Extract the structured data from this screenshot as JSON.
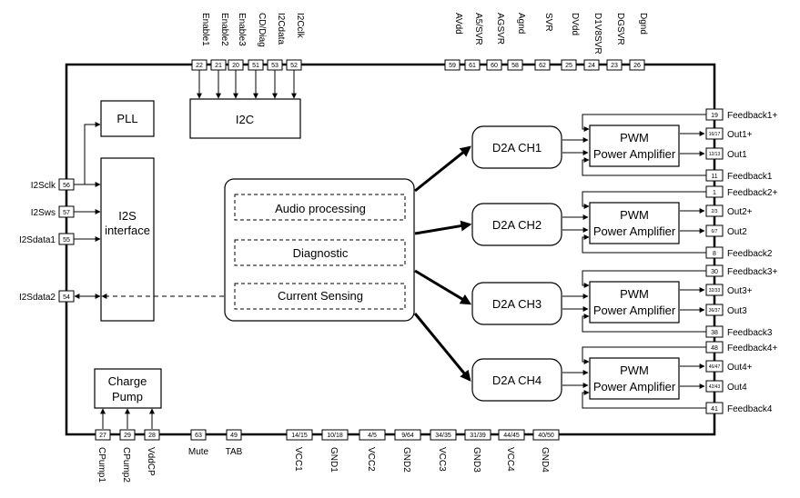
{
  "blocks": {
    "pll": "PLL",
    "i2c": "I2C",
    "i2s_line1": "I2S",
    "i2s_line2": "interface",
    "audio_processing": "Audio processing",
    "diagnostic": "Diagnostic",
    "current_sensing": "Current Sensing",
    "charge_pump_line1": "Charge",
    "charge_pump_line2": "Pump",
    "d2a": [
      "D2A CH1",
      "D2A CH2",
      "D2A CH3",
      "D2A CH4"
    ],
    "pwm_line1": "PWM",
    "pwm_line2": "Power Amplifier"
  },
  "top_pins": [
    {
      "num": "22",
      "label": "Enable1"
    },
    {
      "num": "21",
      "label": "Enable2"
    },
    {
      "num": "20",
      "label": "Enable3"
    },
    {
      "num": "51",
      "label": "CD/Diag"
    },
    {
      "num": "53",
      "label": "I2Cdata"
    },
    {
      "num": "52",
      "label": "I2Cclk"
    },
    {
      "num": "59",
      "label": "AVdd"
    },
    {
      "num": "61",
      "label": "A5/SVR"
    },
    {
      "num": "60",
      "label": "AGSVR"
    },
    {
      "num": "58",
      "label": "Agnd"
    },
    {
      "num": "62",
      "label": "SVR"
    },
    {
      "num": "25",
      "label": "DVdd"
    },
    {
      "num": "24",
      "label": "D1V8SVR"
    },
    {
      "num": "23",
      "label": "DGSVR"
    },
    {
      "num": "26",
      "label": "Dgnd"
    }
  ],
  "left_pins": [
    {
      "num": "56",
      "label": "I2Sclk"
    },
    {
      "num": "57",
      "label": "I2Sws"
    },
    {
      "num": "55",
      "label": "I2Sdata1"
    },
    {
      "num": "54",
      "label": "I2Sdata2"
    }
  ],
  "right_pins": [
    {
      "num": "19",
      "label": "Feedback1+"
    },
    {
      "num": "16/17",
      "label": "Out1+"
    },
    {
      "num": "12/13",
      "label": "Out1"
    },
    {
      "num": "11",
      "label": "Feedback1"
    },
    {
      "num": "1",
      "label": "Feedback2+"
    },
    {
      "num": "2/3",
      "label": "Out2+"
    },
    {
      "num": "6/7",
      "label": "Out2"
    },
    {
      "num": "8",
      "label": "Feedback2"
    },
    {
      "num": "30",
      "label": "Feedback3+"
    },
    {
      "num": "32/33",
      "label": "Out3+"
    },
    {
      "num": "36/37",
      "label": "Out3"
    },
    {
      "num": "38",
      "label": "Feedback3"
    },
    {
      "num": "48",
      "label": "Feedback4+"
    },
    {
      "num": "46/47",
      "label": "Out4+"
    },
    {
      "num": "42/43",
      "label": "Out4"
    },
    {
      "num": "41",
      "label": "Feedback4"
    }
  ],
  "bottom_pins": [
    {
      "num": "27",
      "label": "CPump1"
    },
    {
      "num": "29",
      "label": "CPump2"
    },
    {
      "num": "28",
      "label": "VddCP"
    },
    {
      "num": "63",
      "label": "Mute"
    },
    {
      "num": "49",
      "label": "TAB"
    },
    {
      "num": "14/15",
      "label": "VCC1"
    },
    {
      "num": "10/18",
      "label": "GND1"
    },
    {
      "num": "4/5",
      "label": "VCC2"
    },
    {
      "num": "9/64",
      "label": "GND2"
    },
    {
      "num": "34/35",
      "label": "VCC3"
    },
    {
      "num": "31/39",
      "label": "GND3"
    },
    {
      "num": "44/45",
      "label": "VCC4"
    },
    {
      "num": "40/50",
      "label": "GND4"
    }
  ]
}
